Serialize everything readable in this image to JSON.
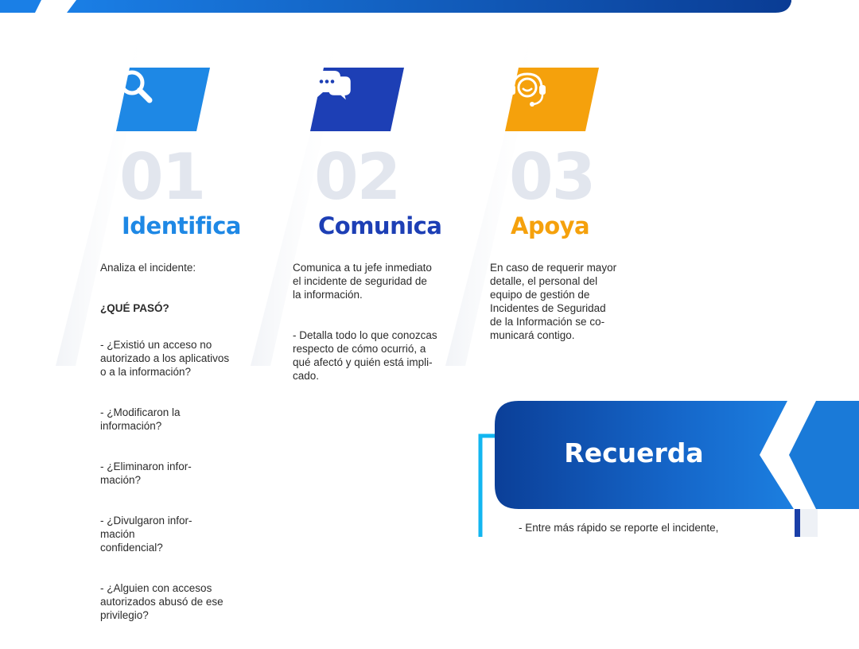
{
  "colors": {
    "header_gradient_start": "#1a7fe6",
    "header_gradient_end": "#0a3c94",
    "step1_color": "#1e88e5",
    "step2_color": "#1d3fb5",
    "step3_color": "#f5a10c",
    "number_color": "#e2e6ee",
    "text_color": "#2b2b2b"
  },
  "steps": [
    {
      "number": "01",
      "title": "Identifica",
      "icon": "search-icon",
      "intro": "Analiza el incidente:",
      "question_heading": "¿QUÉ PASÓ?",
      "questions": [
        "- ¿Existió un acceso no\nautorizado a los aplicativos\no a la información?",
        "- ¿Modificaron la\ninformación?",
        "- ¿Eliminaron infor-\nmación?",
        "- ¿Divulgaron infor-\nmación\nconfidencial?",
        "- ¿Alguien con accesos\nautorizados abusó de ese\nprivilegio?"
      ]
    },
    {
      "number": "02",
      "title": "Comunica",
      "icon": "chat-bubbles-icon",
      "paragraphs": [
        "Comunica a tu jefe inmediato\nel incidente de seguridad de\nla información.",
        "- Detalla todo lo que conozcas\nrespecto de cómo ocurrió, a\nqué afectó y quién está impli-\ncado."
      ]
    },
    {
      "number": "03",
      "title": "Apoya",
      "icon": "headset-icon",
      "paragraphs": [
        "En caso de requerir mayor\ndetalle, el personal del\nequipo de gestión de\nIncidentes de Seguridad\nde la Información se co-\nmunicará contigo."
      ]
    }
  ],
  "recuerda": {
    "title": "Recuerda",
    "text": "- Entre más rápido se reporte el incidente,"
  }
}
